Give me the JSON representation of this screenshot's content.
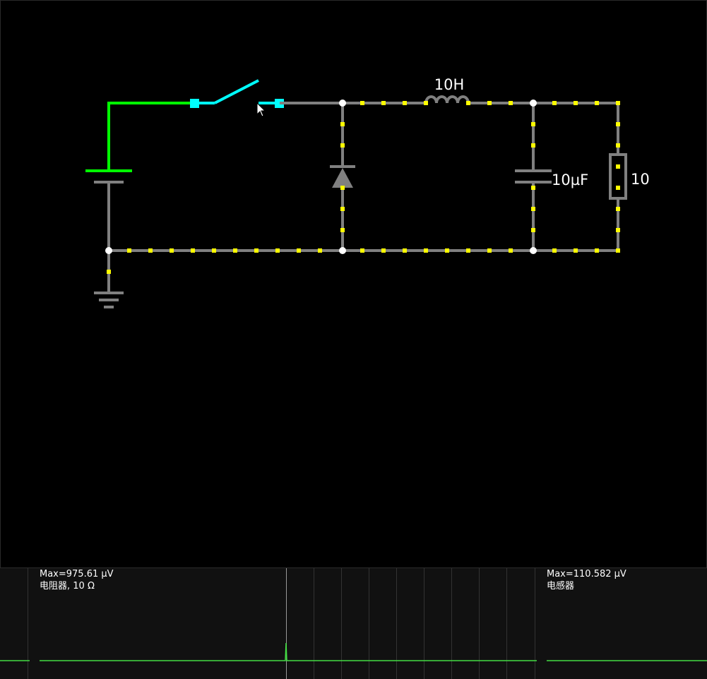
{
  "circuit": {
    "inductor_label": "10H",
    "capacitor_label": "10µF",
    "resistor_label": "10"
  },
  "scope": {
    "left": {
      "max_label": "Max=975.61 µV",
      "name_label": "电阻器, 10 Ω"
    },
    "right": {
      "max_label": "Max=110.582 µV",
      "name_label": "电感器"
    }
  },
  "colors": {
    "background": "#000000",
    "wire": "#808080",
    "wire_high": "#00ff00",
    "switch": "#00ffff",
    "current_dot": "#ffff00",
    "node": "#ffffff",
    "scope_bg": "#111111",
    "scope_trace": "#44dd44"
  },
  "icons": {
    "cursor": "mouse-pointer-icon"
  }
}
